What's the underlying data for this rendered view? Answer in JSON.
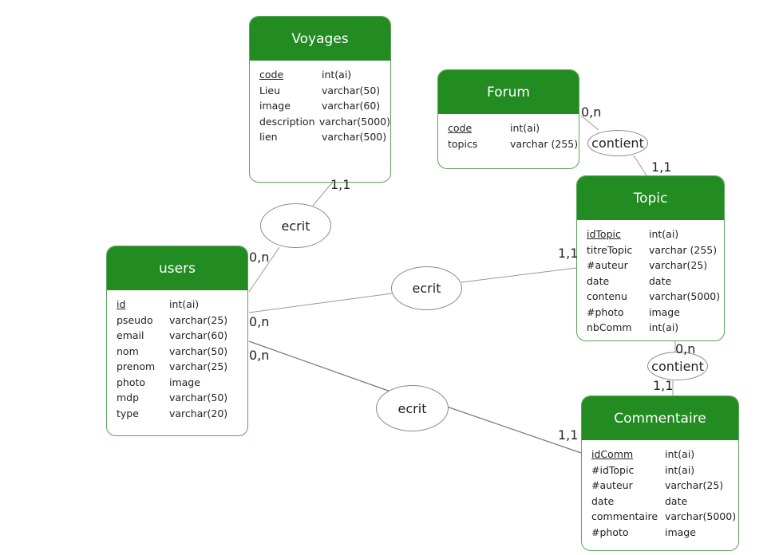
{
  "entities": {
    "voyages": {
      "title": "Voyages",
      "attributes": [
        {
          "name": "code",
          "type": "int(ai)",
          "key": true
        },
        {
          "name": "Lieu",
          "type": "varchar(50)"
        },
        {
          "name": "image",
          "type": "varchar(60)"
        },
        {
          "name": "description",
          "type": "varchar(5000)"
        },
        {
          "name": "lien",
          "type": "varchar(500)"
        }
      ]
    },
    "forum": {
      "title": "Forum",
      "attributes": [
        {
          "name": "code",
          "type": "int(ai)",
          "key": true
        },
        {
          "name": "topics",
          "type": "varchar (255)"
        }
      ]
    },
    "topic": {
      "title": "Topic",
      "attributes": [
        {
          "name": "idTopic",
          "type": "int(ai)",
          "key": true
        },
        {
          "name": "titreTopic",
          "type": "varchar (255)"
        },
        {
          "name": "#auteur",
          "type": "varchar(25)"
        },
        {
          "name": "date",
          "type": "date"
        },
        {
          "name": "contenu",
          "type": "varchar(5000)"
        },
        {
          "name": "#photo",
          "type": "image"
        },
        {
          "name": "nbComm",
          "type": "int(ai)"
        }
      ]
    },
    "users": {
      "title": "users",
      "attributes": [
        {
          "name": "id",
          "type": "int(ai)",
          "key": true
        },
        {
          "name": "pseudo",
          "type": "varchar(25)"
        },
        {
          "name": "email",
          "type": "varchar(60)"
        },
        {
          "name": "nom",
          "type": "varchar(50)"
        },
        {
          "name": "prenom",
          "type": "varchar(25)"
        },
        {
          "name": "photo",
          "type": "image"
        },
        {
          "name": "mdp",
          "type": "varchar(50)"
        },
        {
          "name": "type",
          "type": "varchar(20)"
        }
      ]
    },
    "commentaire": {
      "title": "Commentaire",
      "attributes": [
        {
          "name": "idComm",
          "type": "int(ai)",
          "key": true
        },
        {
          "name": "#idTopic",
          "type": "int(ai)"
        },
        {
          "name": "#auteur",
          "type": "varchar(25)"
        },
        {
          "name": "date",
          "type": "date"
        },
        {
          "name": "commentaire",
          "type": "varchar(5000)"
        },
        {
          "name": "#photo",
          "type": "image"
        }
      ]
    }
  },
  "associations": {
    "ecrit_voyages": "ecrit",
    "ecrit_topic": "ecrit",
    "ecrit_commentaire": "ecrit",
    "contient_forum": "contient",
    "contient_topic": "contient"
  },
  "cardinalities": {
    "voyages_ecrit": "1,1",
    "users_ecrit_voyages": "0,n",
    "users_ecrit_topic": "0,n",
    "topic_ecrit": "1,1",
    "users_ecrit_commentaire": "0,n",
    "commentaire_ecrit": "1,1",
    "forum_contient": "0,n",
    "topic_contient_forum": "1,1",
    "topic_contient_comm": "0,n",
    "commentaire_contient": "1,1"
  },
  "colors": {
    "header": "#228b22",
    "border": "#5aa55a",
    "line": "#888888"
  }
}
